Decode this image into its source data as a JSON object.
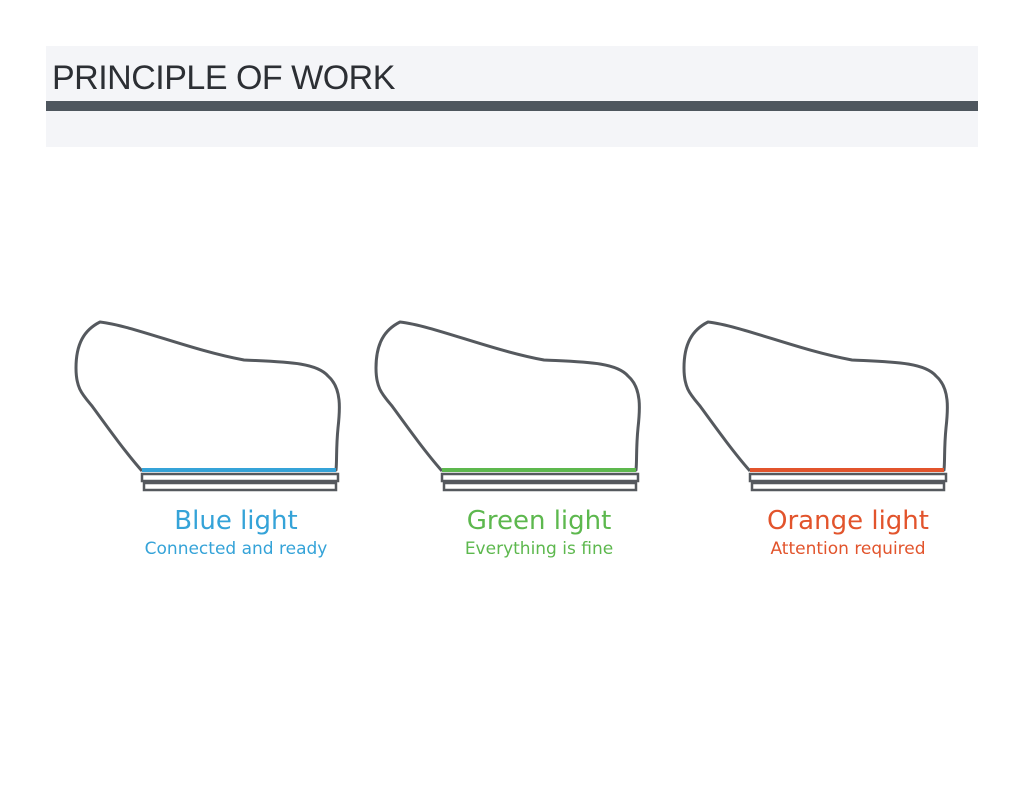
{
  "slide": {
    "title": "PRINCIPLE OF WORK"
  },
  "states": [
    {
      "title": "Blue light",
      "subtitle": "Connected and ready",
      "color": "#35a3d8",
      "icon": "device-icon"
    },
    {
      "title": "Green light",
      "subtitle": "Everything is fine",
      "color": "#5db84e",
      "icon": "device-icon"
    },
    {
      "title": "Orange light",
      "subtitle": "Attention required",
      "color": "#e2542c",
      "icon": "device-icon"
    }
  ],
  "colors": {
    "outline": "#55595e",
    "rule": "#4e565e",
    "band": "#f4f5f8"
  }
}
